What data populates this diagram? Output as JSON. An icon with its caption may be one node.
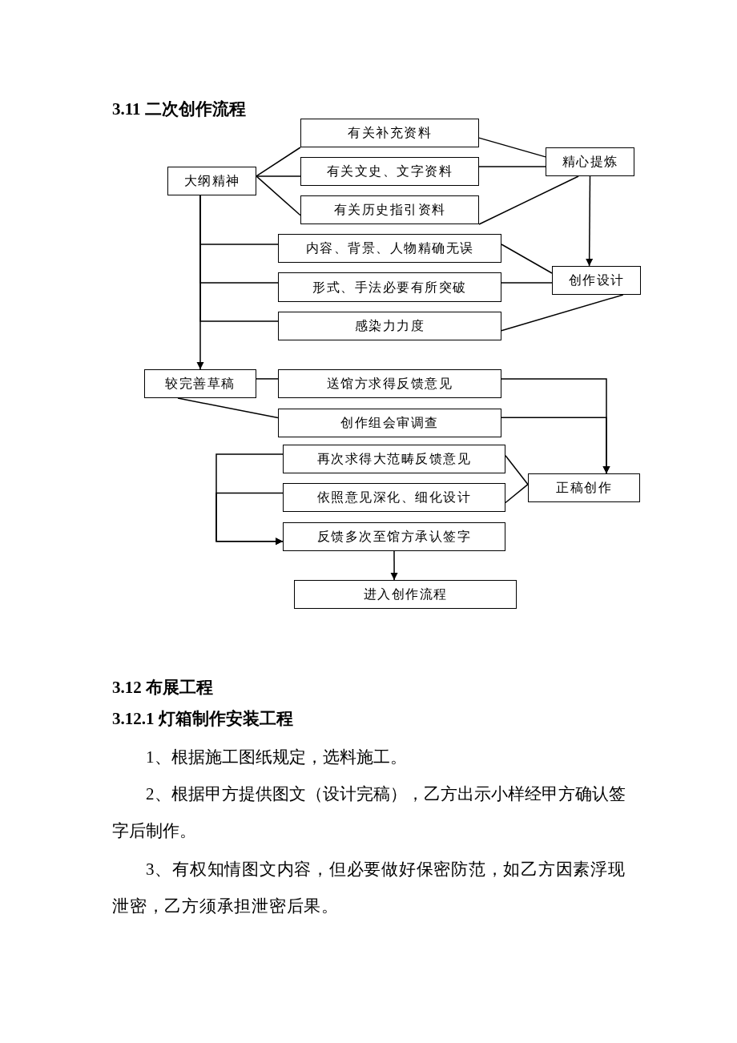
{
  "diagram": {
    "title": "3.11 二次创作流程",
    "nodes": [
      {
        "text": [
          "大纲精神"
        ]
      },
      {
        "text": [
          "有关补充资料"
        ]
      },
      {
        "text": [
          "有关文史、文字资料"
        ]
      },
      {
        "text": [
          "有关历史指引资料"
        ]
      },
      {
        "text": [
          "精心提炼"
        ]
      },
      {
        "text": [
          "内容、背景、人物精确无误"
        ]
      },
      {
        "text": [
          "形式、手法必要有所突破"
        ]
      },
      {
        "text": [
          "感染力力度"
        ]
      },
      {
        "text": [
          "创作设计"
        ]
      },
      {
        "text": [
          "较完善草稿"
        ]
      },
      {
        "text": [
          "送馆方求得反馈意见"
        ]
      },
      {
        "text": [
          "创作组会审调查"
        ]
      },
      {
        "text": [
          "再次求得大范畴反馈意见"
        ]
      },
      {
        "text": [
          "依照意见深化、细化设计"
        ]
      },
      {
        "text": [
          "正稿创作"
        ]
      },
      {
        "text": [
          "反馈多次至馆方承认签字"
        ]
      },
      {
        "text": [
          "进入创作流程"
        ]
      }
    ],
    "edges": [
      {
        "from": 0,
        "to": 1,
        "arrow": "none"
      },
      {
        "from": 0,
        "to": 2,
        "arrow": "none"
      },
      {
        "from": 0,
        "to": 3,
        "arrow": "none"
      },
      {
        "from": 1,
        "to": 4,
        "arrow": "none"
      },
      {
        "from": 2,
        "to": 4,
        "arrow": "none"
      },
      {
        "from": 3,
        "to": 4,
        "arrow": "none"
      },
      {
        "from": 4,
        "to": 8,
        "arrow": "to"
      },
      {
        "from": 5,
        "to": 8,
        "arrow": "none"
      },
      {
        "from": 6,
        "to": 8,
        "arrow": "none"
      },
      {
        "from": 7,
        "to": 8,
        "arrow": "none"
      },
      {
        "from": 0,
        "to": 5,
        "arrow": "none"
      },
      {
        "from": 0,
        "to": 6,
        "arrow": "none"
      },
      {
        "from": 0,
        "to": 7,
        "arrow": "none"
      },
      {
        "from": 0,
        "to": 9,
        "arrow": "to"
      },
      {
        "from": 9,
        "to": 10,
        "arrow": "none"
      },
      {
        "from": 9,
        "to": 11,
        "arrow": "none"
      },
      {
        "from": 10,
        "to": 14,
        "arrow": "to"
      },
      {
        "from": 11,
        "to": 14,
        "arrow": "to"
      },
      {
        "from": 14,
        "to": 12,
        "arrow": "none"
      },
      {
        "from": 14,
        "to": 13,
        "arrow": "none"
      },
      {
        "from": 12,
        "to": 15,
        "arrow": "to"
      },
      {
        "from": 13,
        "to": 15,
        "arrow": "to"
      },
      {
        "from": 15,
        "to": 16,
        "arrow": "to"
      }
    ],
    "labels": [
      "3.12 布展工程",
      "3.12.1 灯箱制作安装工程",
      "1、根据施工图纸规定，选料施工。",
      "2、根据甲方提供图文（设计完稿），乙方出示小样经甲方确认签字后制作。",
      "3、有权知情图文内容，但必要做好保密防范，如乙方因素浮现泄密，乙方须承担泄密后果。"
    ]
  }
}
